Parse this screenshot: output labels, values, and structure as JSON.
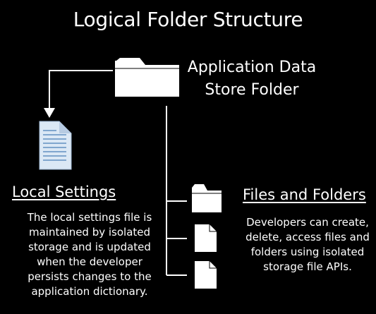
{
  "title": "Logical Folder Structure",
  "root_folder": {
    "line1": "Application Data",
    "line2": "Store Folder"
  },
  "local_settings": {
    "heading": "Local Settings",
    "lines": [
      "The local settings file is",
      "maintained by isolated",
      "storage and is updated",
      "when the developer",
      "persists changes to the",
      "application dictionary."
    ]
  },
  "files_and_folders": {
    "heading": "Files and Folders",
    "lines": [
      "Developers can create,",
      "delete, access files and",
      "folders using isolated",
      "storage file APIs."
    ]
  },
  "colors": {
    "background": "#000000",
    "foreground": "#ffffff",
    "settings_file_fill": "#dbe8f5",
    "settings_file_lines": "#4a7fb8"
  },
  "icons": [
    "folder-icon",
    "settings-file-icon",
    "document-icon"
  ]
}
